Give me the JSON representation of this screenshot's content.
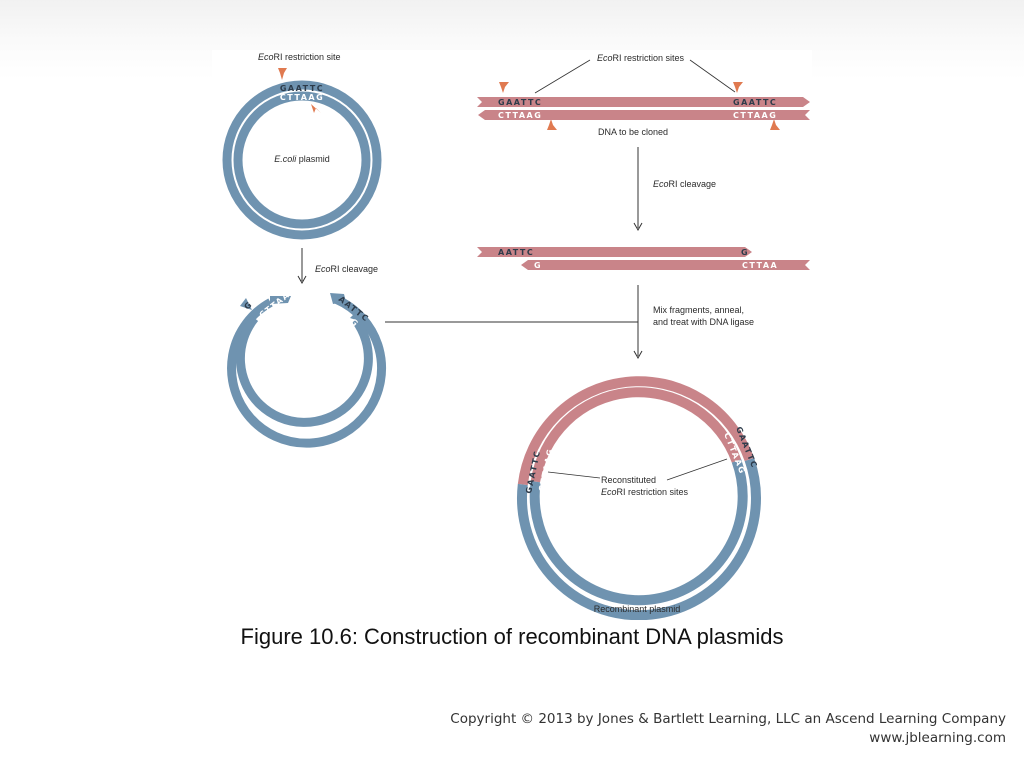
{
  "figure": {
    "caption": "Figure 10.6: Construction of recombinant DNA plasmids",
    "colors": {
      "plasmid_blue": "#6f93b0",
      "dna_pink": "#c98489",
      "arrowhead": "#e07a50",
      "background": "#ffffff"
    },
    "labels": {
      "site_single_prefix": "Eco",
      "site_single_rest": "RI restriction site",
      "sites_prefix": "Eco",
      "sites_rest": "RI restriction sites",
      "plasmid_prefix": "E.coli",
      "plasmid_rest": " plasmid",
      "cleavage_prefix": "Eco",
      "cleavage_rest": "RI cleavage",
      "cleavage2_prefix": "Eco",
      "cleavage2_rest": "RI cleavage",
      "dna_to_clone": "DNA to be cloned",
      "mix_line1": "Mix fragments, anneal,",
      "mix_line2": "and treat with DNA ligase",
      "reconstituted_line1": "Reconstituted",
      "reconstituted_prefix": "Eco",
      "reconstituted_rest": "RI restriction sites",
      "recombinant": "Recombinant plasmid"
    },
    "sequences": {
      "gaattc": "GAATTC",
      "cttaag": "CTTAAG",
      "aattc": "AATTC",
      "g": "G",
      "cttaa": "CTTAA"
    }
  },
  "copyright": {
    "line1": "Copyright © 2013 by Jones & Bartlett Learning, LLC an Ascend Learning Company",
    "line2": "www.jblearning.com"
  }
}
